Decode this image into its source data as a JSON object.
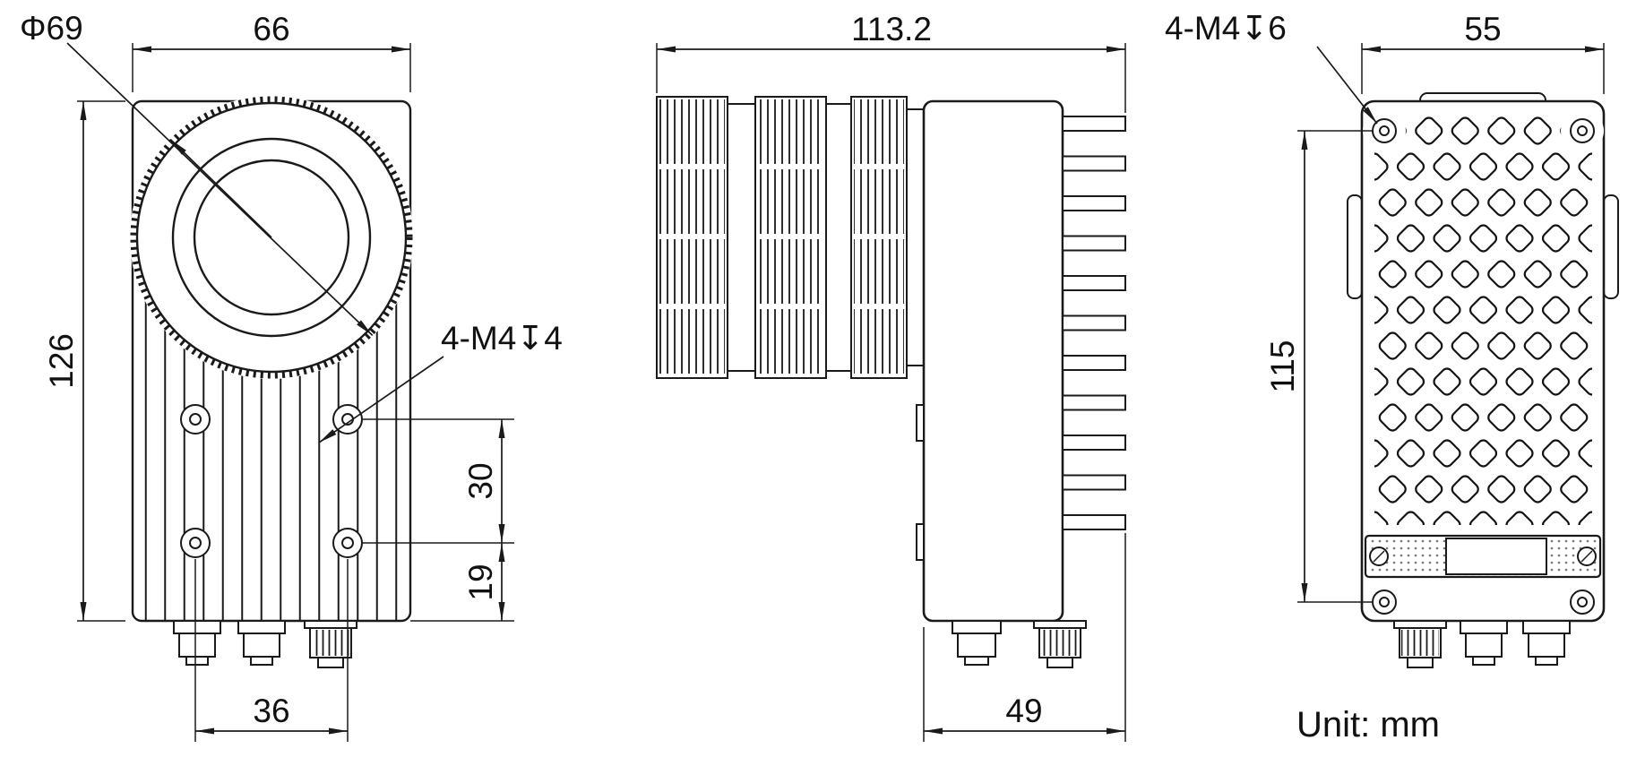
{
  "drawing": {
    "unit_label": "Unit: mm",
    "colors": {
      "line": "#1a1a1a",
      "background": "#ffffff"
    }
  },
  "front_view": {
    "lens_diameter": "Φ69",
    "width": "66",
    "height": "126",
    "mounting_holes": "4-M4↧4",
    "hole_vertical_spacing": "30",
    "hole_bottom_offset": "19",
    "hole_horizontal_spacing": "36"
  },
  "side_view": {
    "total_depth": "113.2",
    "body_depth": "49"
  },
  "rear_view": {
    "mounting_holes": "4-M4↧6",
    "width": "55",
    "hole_vertical_spacing": "115"
  }
}
